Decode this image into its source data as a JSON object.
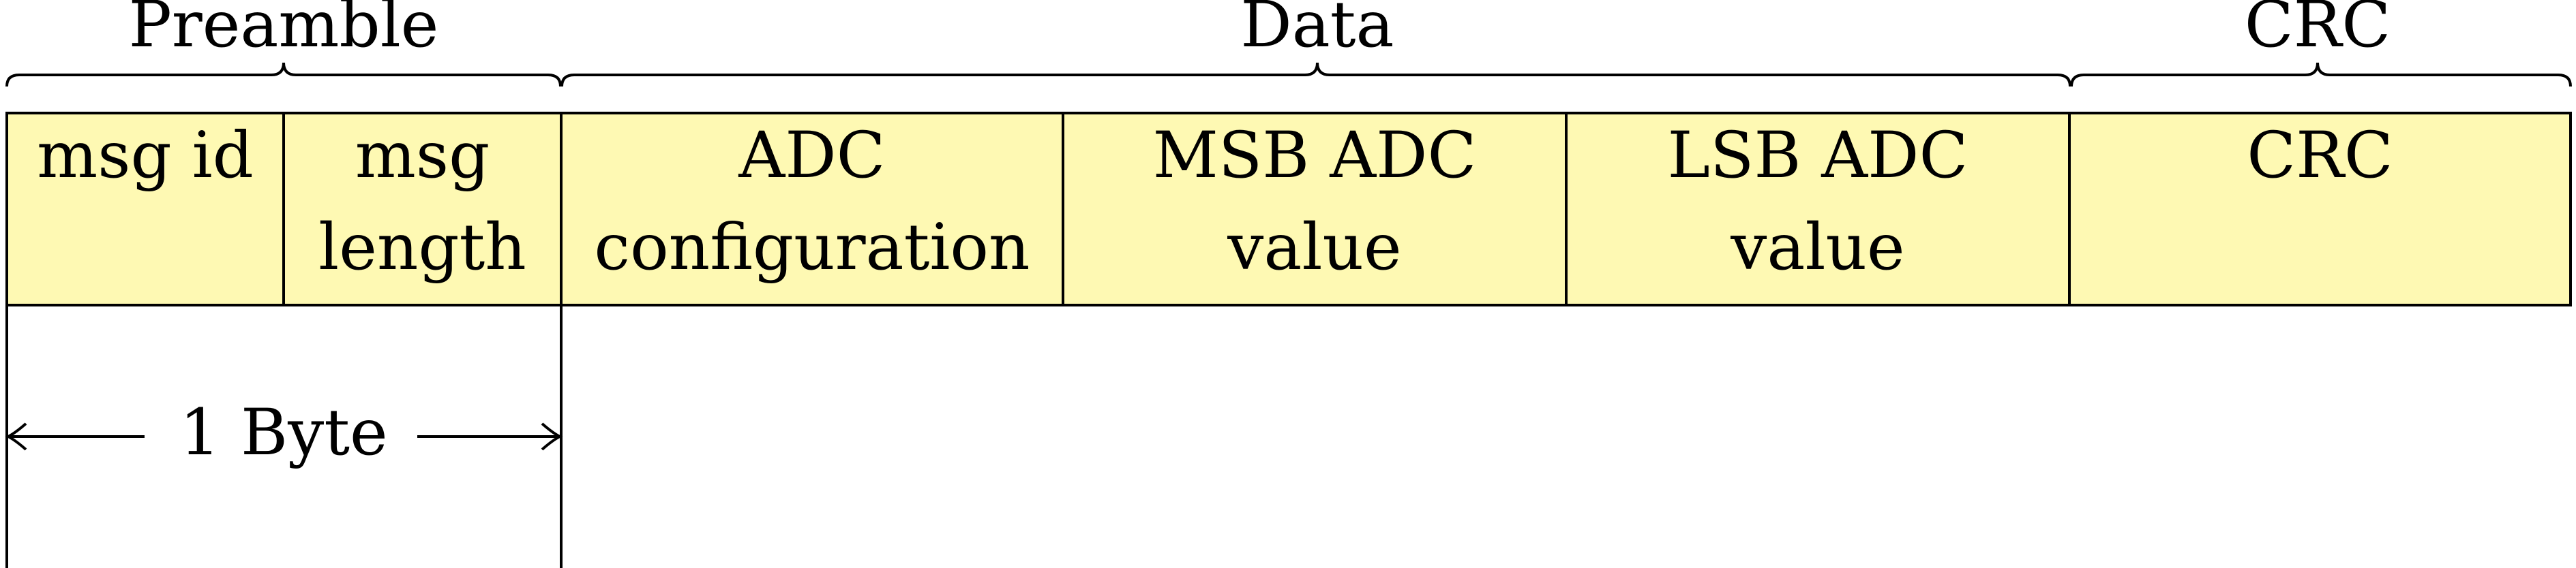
{
  "groups": {
    "preamble": "Preamble",
    "data": "Data",
    "crc": "CRC"
  },
  "fields": [
    {
      "lines": [
        "msg id"
      ]
    },
    {
      "lines": [
        "msg",
        "length"
      ]
    },
    {
      "lines": [
        "ADC",
        "configuration"
      ]
    },
    {
      "lines": [
        "MSB ADC",
        "value"
      ]
    },
    {
      "lines": [
        "LSB ADC",
        "value"
      ]
    },
    {
      "lines": [
        "CRC"
      ]
    }
  ],
  "dimension": {
    "label": "1 Byte"
  },
  "colors": {
    "field_fill": "#fef9b3",
    "stroke": "#000000",
    "text": "#000000"
  }
}
